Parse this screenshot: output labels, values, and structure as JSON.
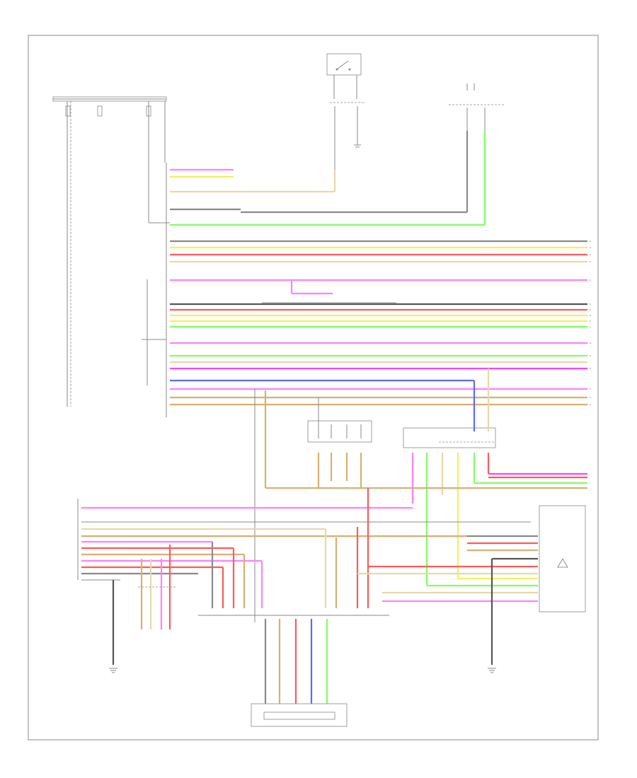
{
  "footer": {
    "code": ""
  },
  "colors": {
    "pink": "#ff80ff",
    "magenta": "#ff40ff",
    "red": "#ff5a5a",
    "yellow": "#f0f060",
    "green": "#80ff60",
    "tan": "#d8b070",
    "light_tan": "#e8d8a8",
    "blue": "#5a6aff",
    "gray": "#8a8a8a",
    "dark_gray": "#555555"
  },
  "icons": [
    "ground-symbol",
    "warning-triangle-icon",
    "fuse-symbol",
    "switch-symbol"
  ]
}
